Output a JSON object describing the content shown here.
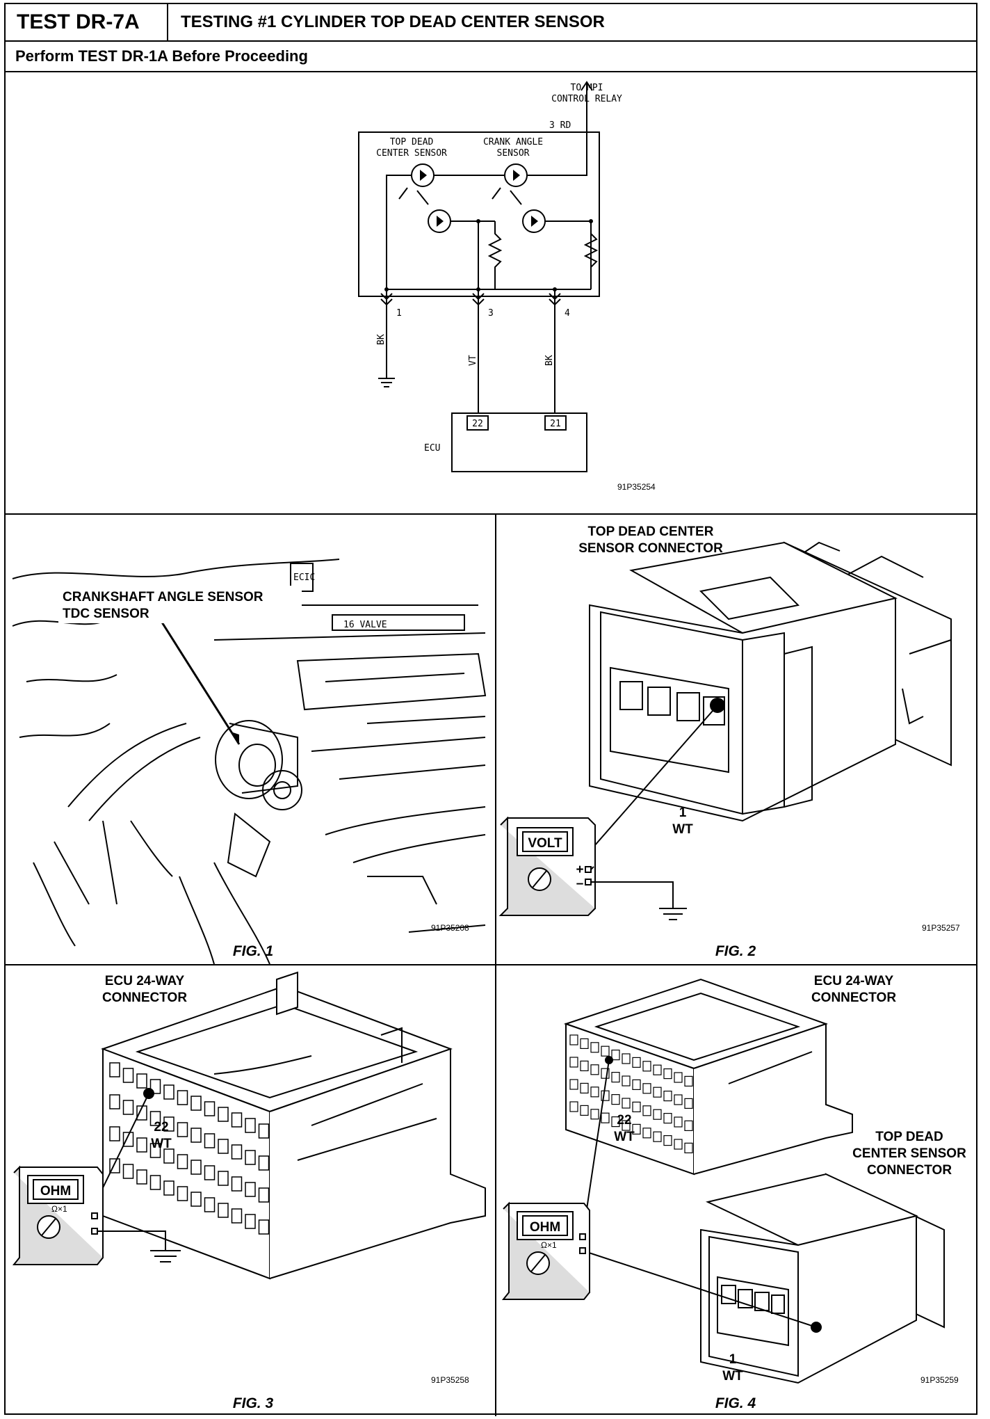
{
  "header": {
    "test_id": "TEST DR-7A",
    "title": "TESTING #1 CYLINDER TOP DEAD CENTER SENSOR",
    "subtitle": "Perform TEST DR-1A Before Proceeding"
  },
  "schematic": {
    "relay_label_1": "TO MPI",
    "relay_label_2": "CONTROL RELAY",
    "wire_3rd": "3 RD",
    "tdc_label_1": "TOP DEAD",
    "tdc_label_2": "CENTER SENSOR",
    "crank_label_1": "CRANK ANGLE",
    "crank_label_2": "SENSOR",
    "pin_1": "1",
    "pin_3": "3",
    "pin_4": "4",
    "wire_bk_1": "BK",
    "wire_vt": "VT",
    "wire_bk_2": "BK",
    "ecu_pin_22": "22",
    "ecu_pin_21": "21",
    "ecu_label": "ECU",
    "code": "91P35254"
  },
  "fig1": {
    "callout_1": "CRANKSHAFT ANGLE SENSOR",
    "callout_2": "TDC SENSOR",
    "engine_text": "16 VALVE",
    "ecu_text": "ECIC",
    "code": "91P35208",
    "caption": "FIG. 1"
  },
  "fig2": {
    "title_1": "TOP DEAD CENTER",
    "title_2": "SENSOR CONNECTOR",
    "meter": "VOLT",
    "plus": "+",
    "minus": "–",
    "pin": "1",
    "wire": "WT",
    "code": "91P35257",
    "caption": "FIG. 2"
  },
  "fig3": {
    "title_1": "ECU 24-WAY",
    "title_2": "CONNECTOR",
    "meter": "OHM",
    "range": "Ω×1",
    "pin": "22",
    "wire": "WT",
    "code": "91P35258",
    "caption": "FIG. 3"
  },
  "fig4": {
    "ecu_title_1": "ECU 24-WAY",
    "ecu_title_2": "CONNECTOR",
    "tdc_title_1": "TOP DEAD",
    "tdc_title_2": "CENTER SENSOR",
    "tdc_title_3": "CONNECTOR",
    "meter": "OHM",
    "range": "Ω×1",
    "pin_ecu": "22",
    "wire_ecu": "WT",
    "pin_tdc": "1",
    "wire_tdc": "WT",
    "code": "91P35259",
    "caption": "FIG. 4"
  }
}
